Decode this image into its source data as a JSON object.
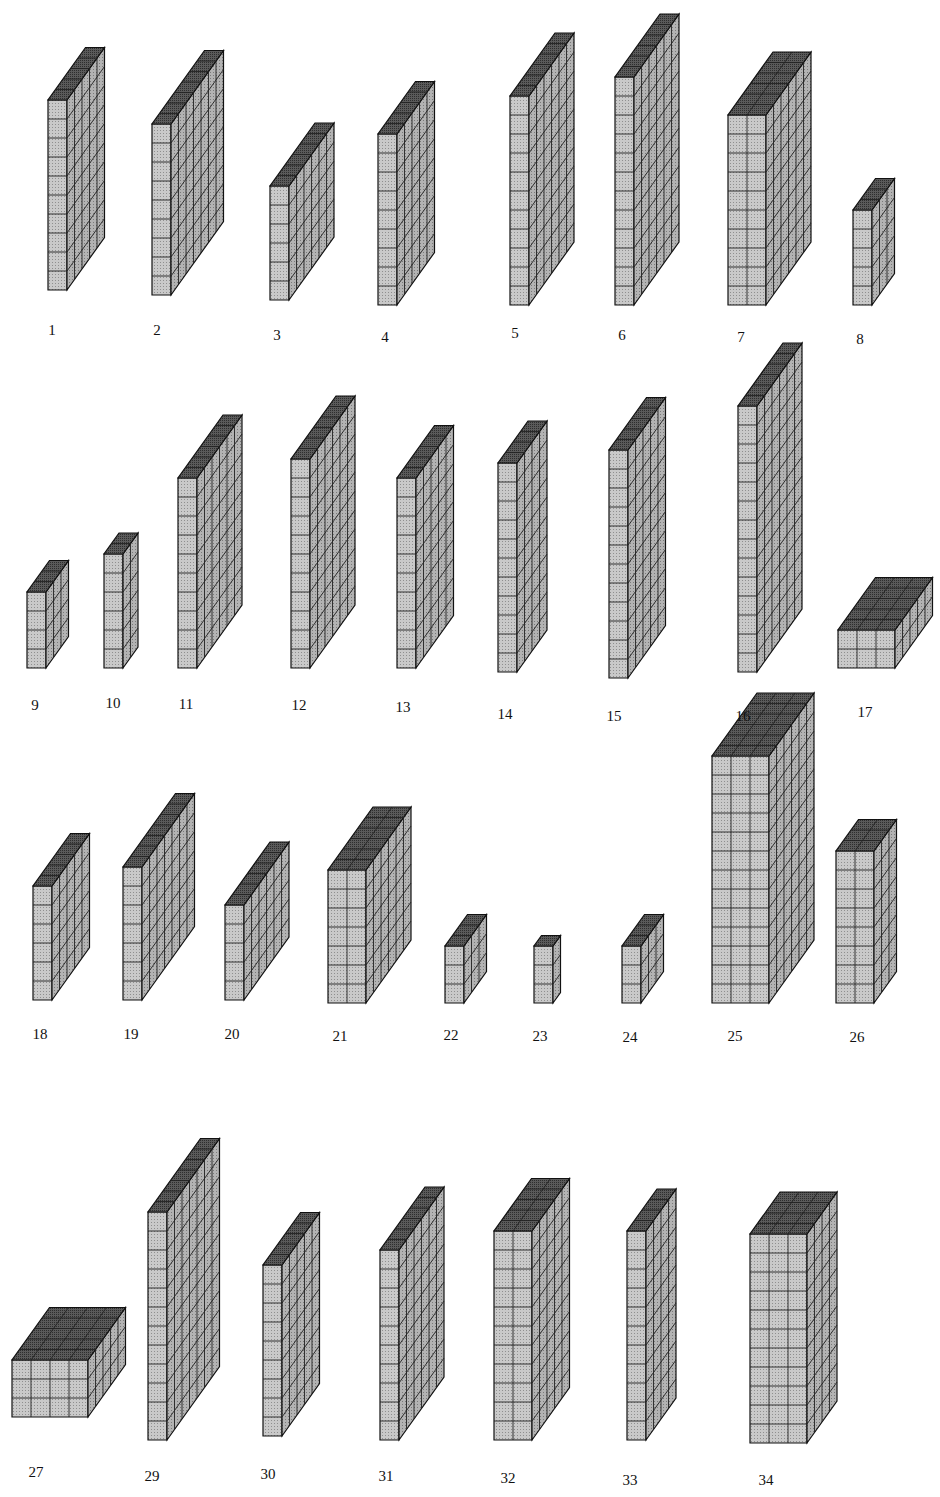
{
  "diagram": {
    "labels": [
      "1",
      "2",
      "3",
      "4",
      "5",
      "6",
      "7",
      "8",
      "9",
      "10",
      "11",
      "12",
      "13",
      "14",
      "15",
      "16",
      "17",
      "18",
      "19",
      "20",
      "21",
      "22",
      "23",
      "24",
      "25",
      "26",
      "27",
      "29",
      "30",
      "31",
      "32",
      "33",
      "34"
    ]
  }
}
